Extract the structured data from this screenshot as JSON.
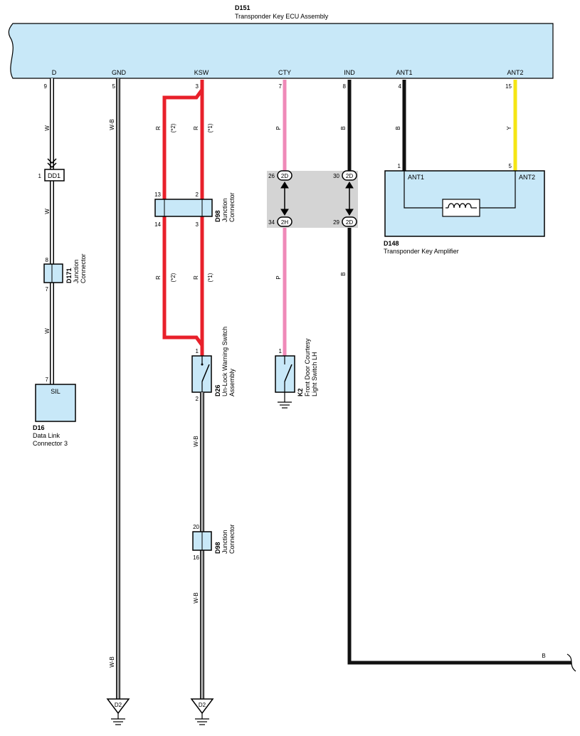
{
  "ecu": {
    "code": "D151",
    "name": "Transponder Key ECU Assembly"
  },
  "pin_labels": [
    "D",
    "GND",
    "KSW",
    "CTY",
    "IND",
    "ANT1",
    "ANT2"
  ],
  "pin_numbers": [
    "9",
    "5",
    "3",
    "7",
    "8",
    "4",
    "15"
  ],
  "wire_colors": {
    "d_top": "W",
    "gnd": "W-B",
    "ksw_r2_top": "R",
    "ksw_r2_top_note": "(*2)",
    "ksw_r1_top": "R",
    "ksw_r1_top_note": "(*1)",
    "cty_top": "P",
    "ind_top": "B",
    "ant1": "B",
    "ant2": "Y",
    "d_mid": "W",
    "d_low": "W",
    "ksw_r2_low": "R",
    "ksw_r2_low_note": "(*2)",
    "ksw_r1_low": "R",
    "ksw_r1_low_note": "(*1)",
    "cty_low": "P",
    "ind_low": "B",
    "ksw_bottom1": "W-B",
    "ksw_bottom2": "W-B",
    "gnd_bottom": "W-B",
    "ind_horizontal": "B"
  },
  "colors": {
    "box_fill": "#c8e8f8",
    "red": "#e8202a",
    "pink": "#ef8ab8",
    "yellow": "#f5e614",
    "black": "#111111",
    "white_wire": "#ffffff",
    "gray_block": "#d4d4d4"
  },
  "dd1": {
    "code": "DD1",
    "pin": "1"
  },
  "d171": {
    "code": "D171",
    "line1": "Junction",
    "line2": "Connector",
    "pin_top": "8",
    "pin_bottom": "7"
  },
  "d16": {
    "code": "D16",
    "line1": "Data Link",
    "line2": "Connector 3",
    "label": "SIL",
    "pin": "7"
  },
  "d98_top": {
    "code": "D98",
    "line1": "Junction",
    "line2": "Connector",
    "pins": [
      "13",
      "2",
      "14",
      "3"
    ]
  },
  "d26": {
    "code": "D26",
    "line1": "Un-Lock Warning Switch",
    "line2": "Assembly",
    "pin_top": "1",
    "pin_bottom": "2"
  },
  "d98_bottom": {
    "code": "D98",
    "line1": "Junction",
    "line2": "Connector",
    "pin_top": "20",
    "pin_bottom": "16"
  },
  "k2": {
    "code": "K2",
    "line1": "Front Door Courtesy",
    "line2": "Light Switch LH",
    "pin": "1"
  },
  "inline_connectors": [
    {
      "pin": "26",
      "label": "2D"
    },
    {
      "pin": "30",
      "label": "2D"
    },
    {
      "pin": "34",
      "label": "2H"
    },
    {
      "pin": "29",
      "label": "2D"
    }
  ],
  "d148": {
    "code": "D148",
    "name": "Transponder Key Amplifier",
    "label_left": "ANT1",
    "label_right": "ANT2",
    "pin_left": "1",
    "pin_right": "5"
  },
  "grounds": [
    {
      "label": "D2"
    },
    {
      "label": "D2"
    }
  ]
}
